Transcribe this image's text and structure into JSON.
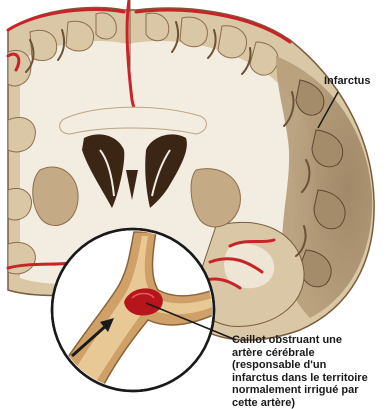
{
  "labels": {
    "infarctus": "Infarctus",
    "caillot": [
      "Caillot obstruant une",
      "artère cérébrale",
      "(responsable d'un",
      "infarctus dans le territoire",
      "normalement irrigué par",
      "cette artère)"
    ]
  },
  "colors": {
    "cortex": "#d9c7a5",
    "white_matter": "#f3ece0",
    "infarct_zone": "#ab9473",
    "sulcus_shadow": "#6b5238",
    "ventricle": "#3b2515",
    "deep_nuclei": "#c4ab85",
    "artery_red": "#c9232a",
    "vessel_wall": "#cfa067",
    "clot": "#b5151b",
    "outline": "#1a1a1a"
  }
}
